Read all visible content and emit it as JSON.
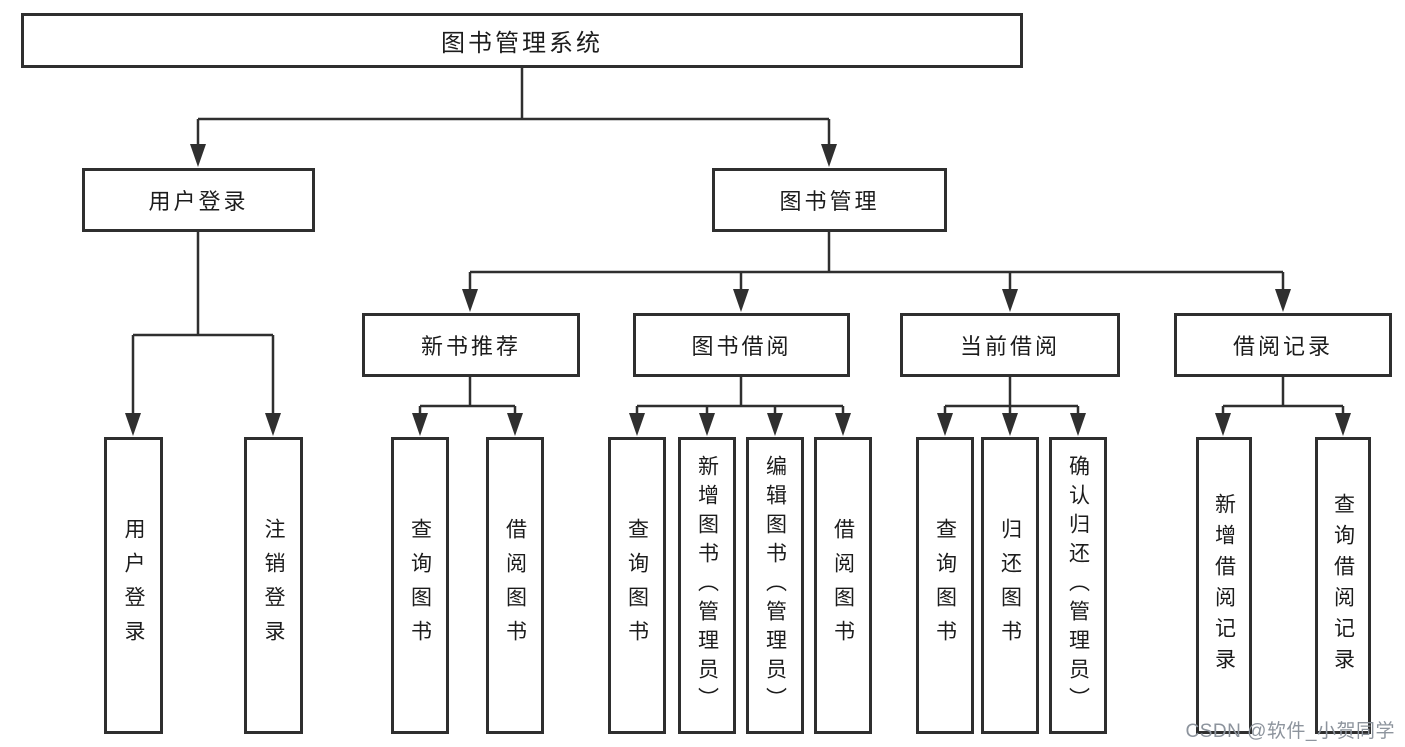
{
  "diagram": {
    "root": {
      "label": "图书管理系统"
    },
    "level2": [
      {
        "label": "用户登录"
      },
      {
        "label": "图书管理"
      }
    ],
    "level3": [
      {
        "label": "新书推荐"
      },
      {
        "label": "图书借阅"
      },
      {
        "label": "当前借阅"
      },
      {
        "label": "借阅记录"
      }
    ],
    "leaves": {
      "user_login": [
        "用户登录",
        "注销登录"
      ],
      "new_book": [
        "查询图书",
        "借阅图书"
      ],
      "book_borrow": [
        "查询图书",
        "新增图书（管理员）",
        "编辑图书（管理员）",
        "借阅图书"
      ],
      "current_borrow": [
        "查询图书",
        "归还图书",
        "确认归还（管理员）"
      ],
      "borrow_record": [
        "新增借阅记录",
        "查询借阅记录"
      ]
    }
  },
  "watermark": {
    "text": "CSDN @软件_小贺同学"
  },
  "colors": {
    "line": "#2f2f2f",
    "text": "#1c1c1c",
    "watermark": "#8d949d",
    "background": "#ffffff"
  }
}
